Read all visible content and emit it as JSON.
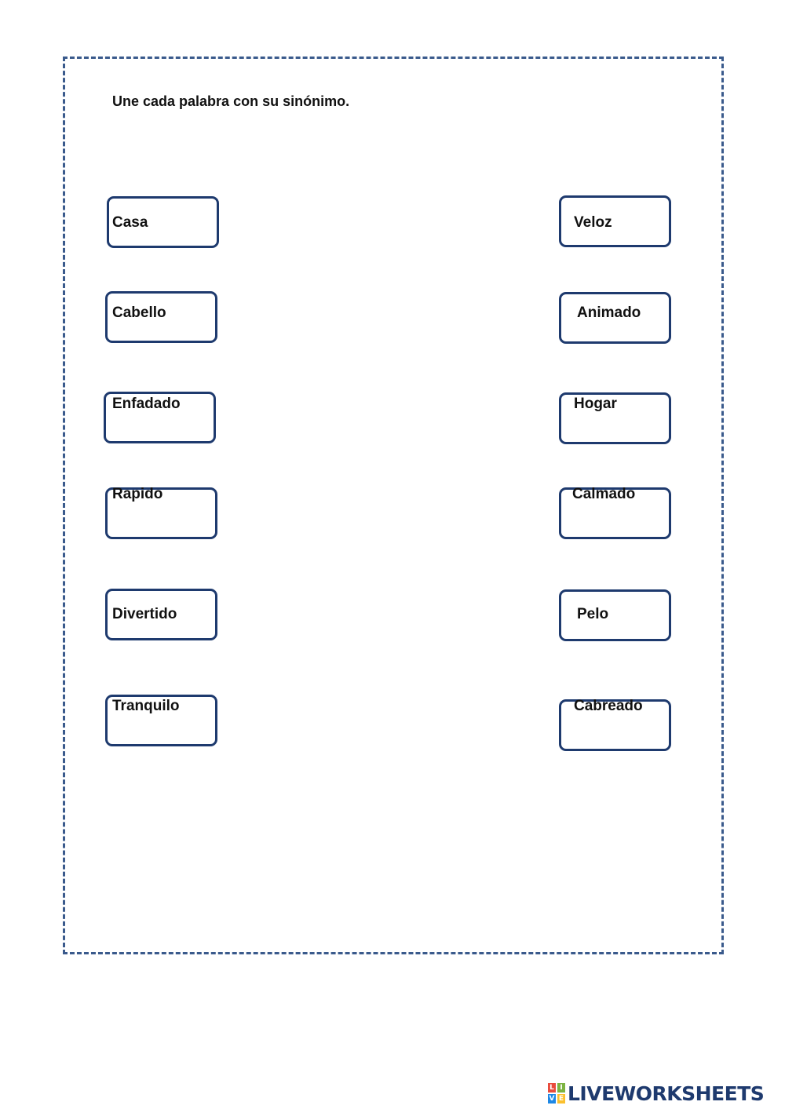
{
  "worksheet": {
    "instruction": "Une cada palabra con su sinónimo.",
    "left_words": [
      "Casa",
      "Cabello",
      "Enfadado",
      "Rapido",
      "Divertido",
      "Tranquilo"
    ],
    "right_words": [
      "Veloz",
      "Animado",
      "Hogar",
      "Calmado",
      "Pelo",
      "Cabreado"
    ]
  },
  "footer": {
    "logo_letters": [
      "L",
      "I",
      "V",
      "E"
    ],
    "logo_colors": [
      "#e94b3c",
      "#7cb342",
      "#1e88e5",
      "#fbc02d"
    ],
    "brand": "LIVEWORKSHEETS"
  },
  "colors": {
    "frame": "#3a5a8c",
    "box_border": "#1e3a6e",
    "brand": "#1e3a6e"
  }
}
